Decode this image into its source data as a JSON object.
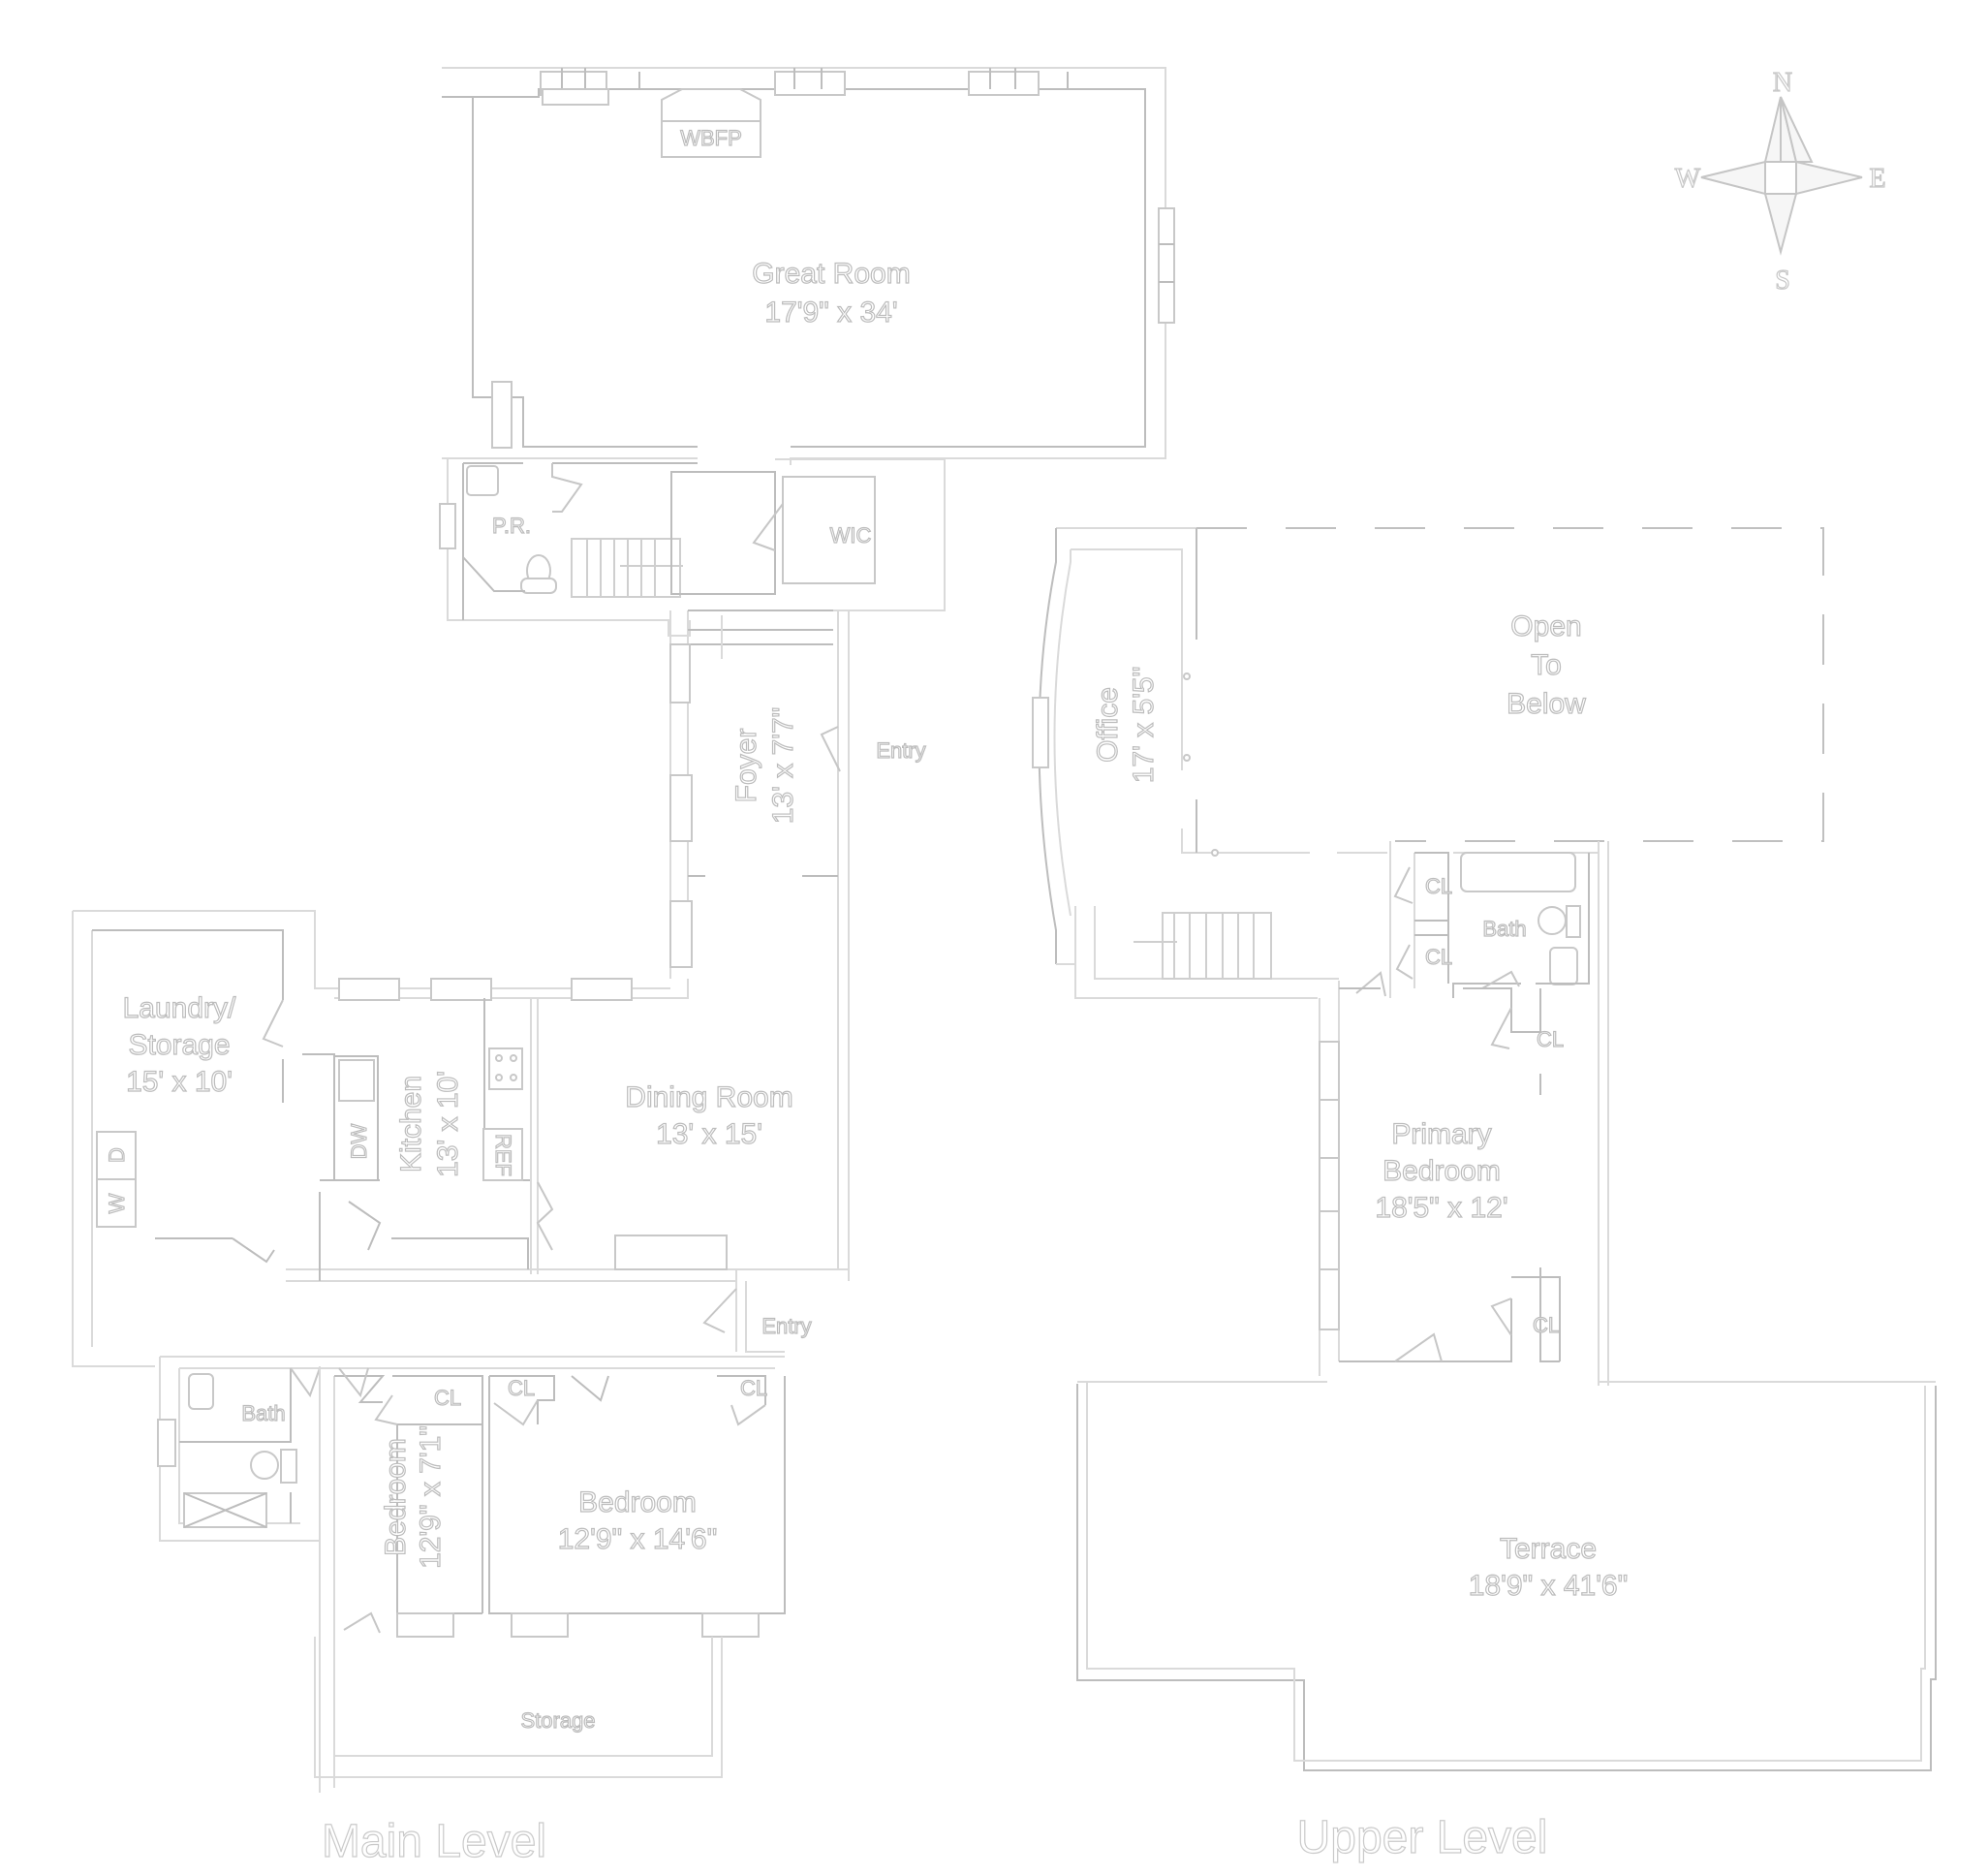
{
  "plan": {
    "levels": [
      {
        "label": "Main Level",
        "rooms": {
          "great_room": {
            "name": "Great Room",
            "dims": "17'9\" x 34'"
          },
          "fireplace": {
            "name": "WBFP"
          },
          "powder_room": {
            "name": "P.R."
          },
          "walk_in_closet": {
            "name": "WIC"
          },
          "foyer": {
            "name": "Foyer",
            "dims": "13' x 7'7\""
          },
          "entry_1": {
            "name": "Entry"
          },
          "laundry": {
            "name": "Laundry/",
            "name2": "Storage",
            "dims": "15' x 10'"
          },
          "washer": {
            "name": "W"
          },
          "dryer": {
            "name": "D"
          },
          "kitchen": {
            "name": "Kitchen",
            "dims": "13' x 10'"
          },
          "dishwasher": {
            "name": "DW"
          },
          "refrigerator": {
            "name": "REF"
          },
          "dining_room": {
            "name": "Dining Room",
            "dims": "13' x 15'"
          },
          "entry_2": {
            "name": "Entry"
          },
          "bath": {
            "name": "Bath"
          },
          "bedroom_small": {
            "name": "Bedroom",
            "dims": "12'9\" x 7'1\""
          },
          "closet_1": {
            "name": "CL"
          },
          "closet_2": {
            "name": "CL"
          },
          "closet_3": {
            "name": "CL"
          },
          "bedroom_large": {
            "name": "Bedroom",
            "dims": "12'9\" x 14'6\""
          },
          "storage": {
            "name": "Storage"
          }
        }
      },
      {
        "label": "Upper Level",
        "rooms": {
          "office": {
            "name": "Office",
            "dims": "17' x 5'5\""
          },
          "open_to_below": {
            "line1": "Open",
            "line2": "To",
            "line3": "Below"
          },
          "closet_a": {
            "name": "CL"
          },
          "closet_b": {
            "name": "CL"
          },
          "bath": {
            "name": "Bath"
          },
          "closet_c": {
            "name": "CL"
          },
          "primary_bedroom": {
            "name": "Primary",
            "name2": "Bedroom",
            "dims": "18'5\" x 12'"
          },
          "closet_d": {
            "name": "CL"
          },
          "terrace": {
            "name": "Terrace",
            "dims": "18'9\" x 41'6\""
          }
        }
      }
    ],
    "compass": {
      "north": "N",
      "south": "S",
      "east": "E",
      "west": "W"
    },
    "colors": {
      "line": "#bdbdbd",
      "background": "#ffffff"
    }
  }
}
